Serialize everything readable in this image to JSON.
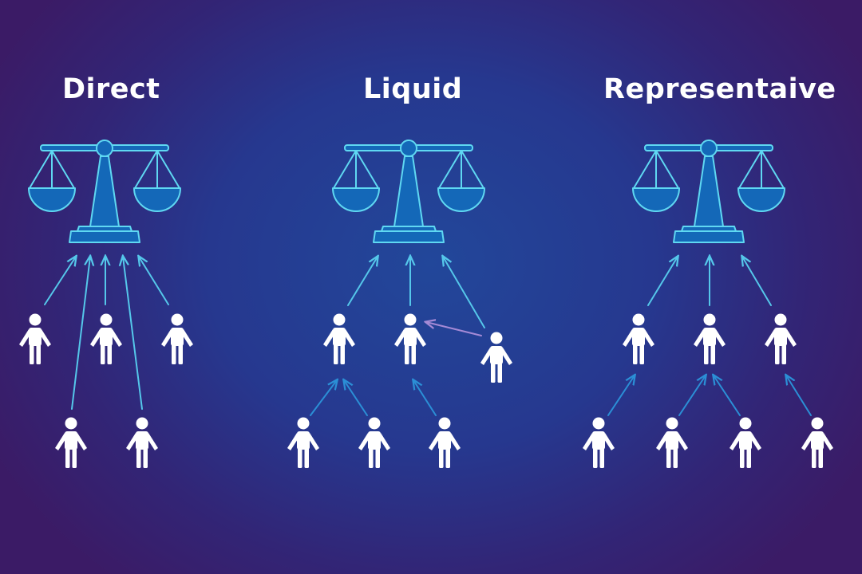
{
  "panels": [
    {
      "key": "direct",
      "title": "Direct"
    },
    {
      "key": "liquid",
      "title": "Liquid"
    },
    {
      "key": "representative",
      "title": "Representaive"
    }
  ],
  "colors": {
    "scale_fill": "#1468b8",
    "scale_outline": "#5fd8f2",
    "vote_arrow": "#55c7ea",
    "delegate_arrow": "#2b8fd6",
    "transfer_arrow": "#a58ad6",
    "person": "#ffffff"
  },
  "icons": {
    "scale": "balance-scale-icon",
    "person": "person-icon"
  }
}
